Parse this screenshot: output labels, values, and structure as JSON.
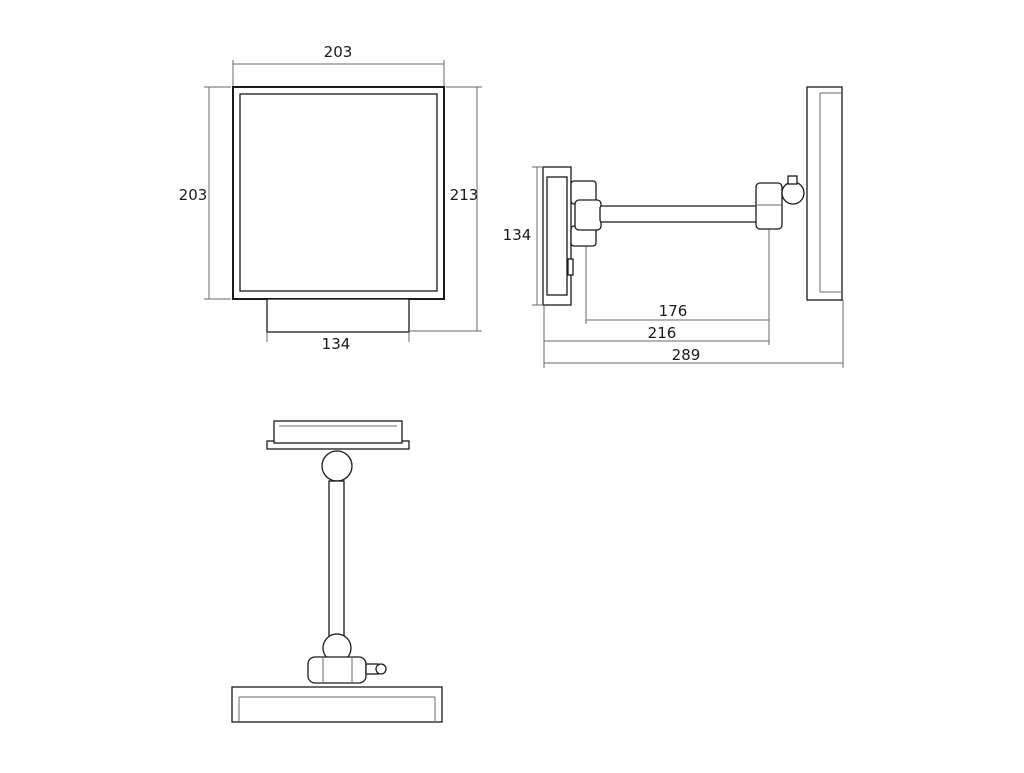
{
  "dimensions": {
    "front_width": "203",
    "front_height": "203",
    "front_total_height": "213",
    "front_base_width": "134",
    "side_plate_height": "134",
    "side_arm_length": "176",
    "side_arm_total": "216",
    "side_total_depth": "289"
  }
}
